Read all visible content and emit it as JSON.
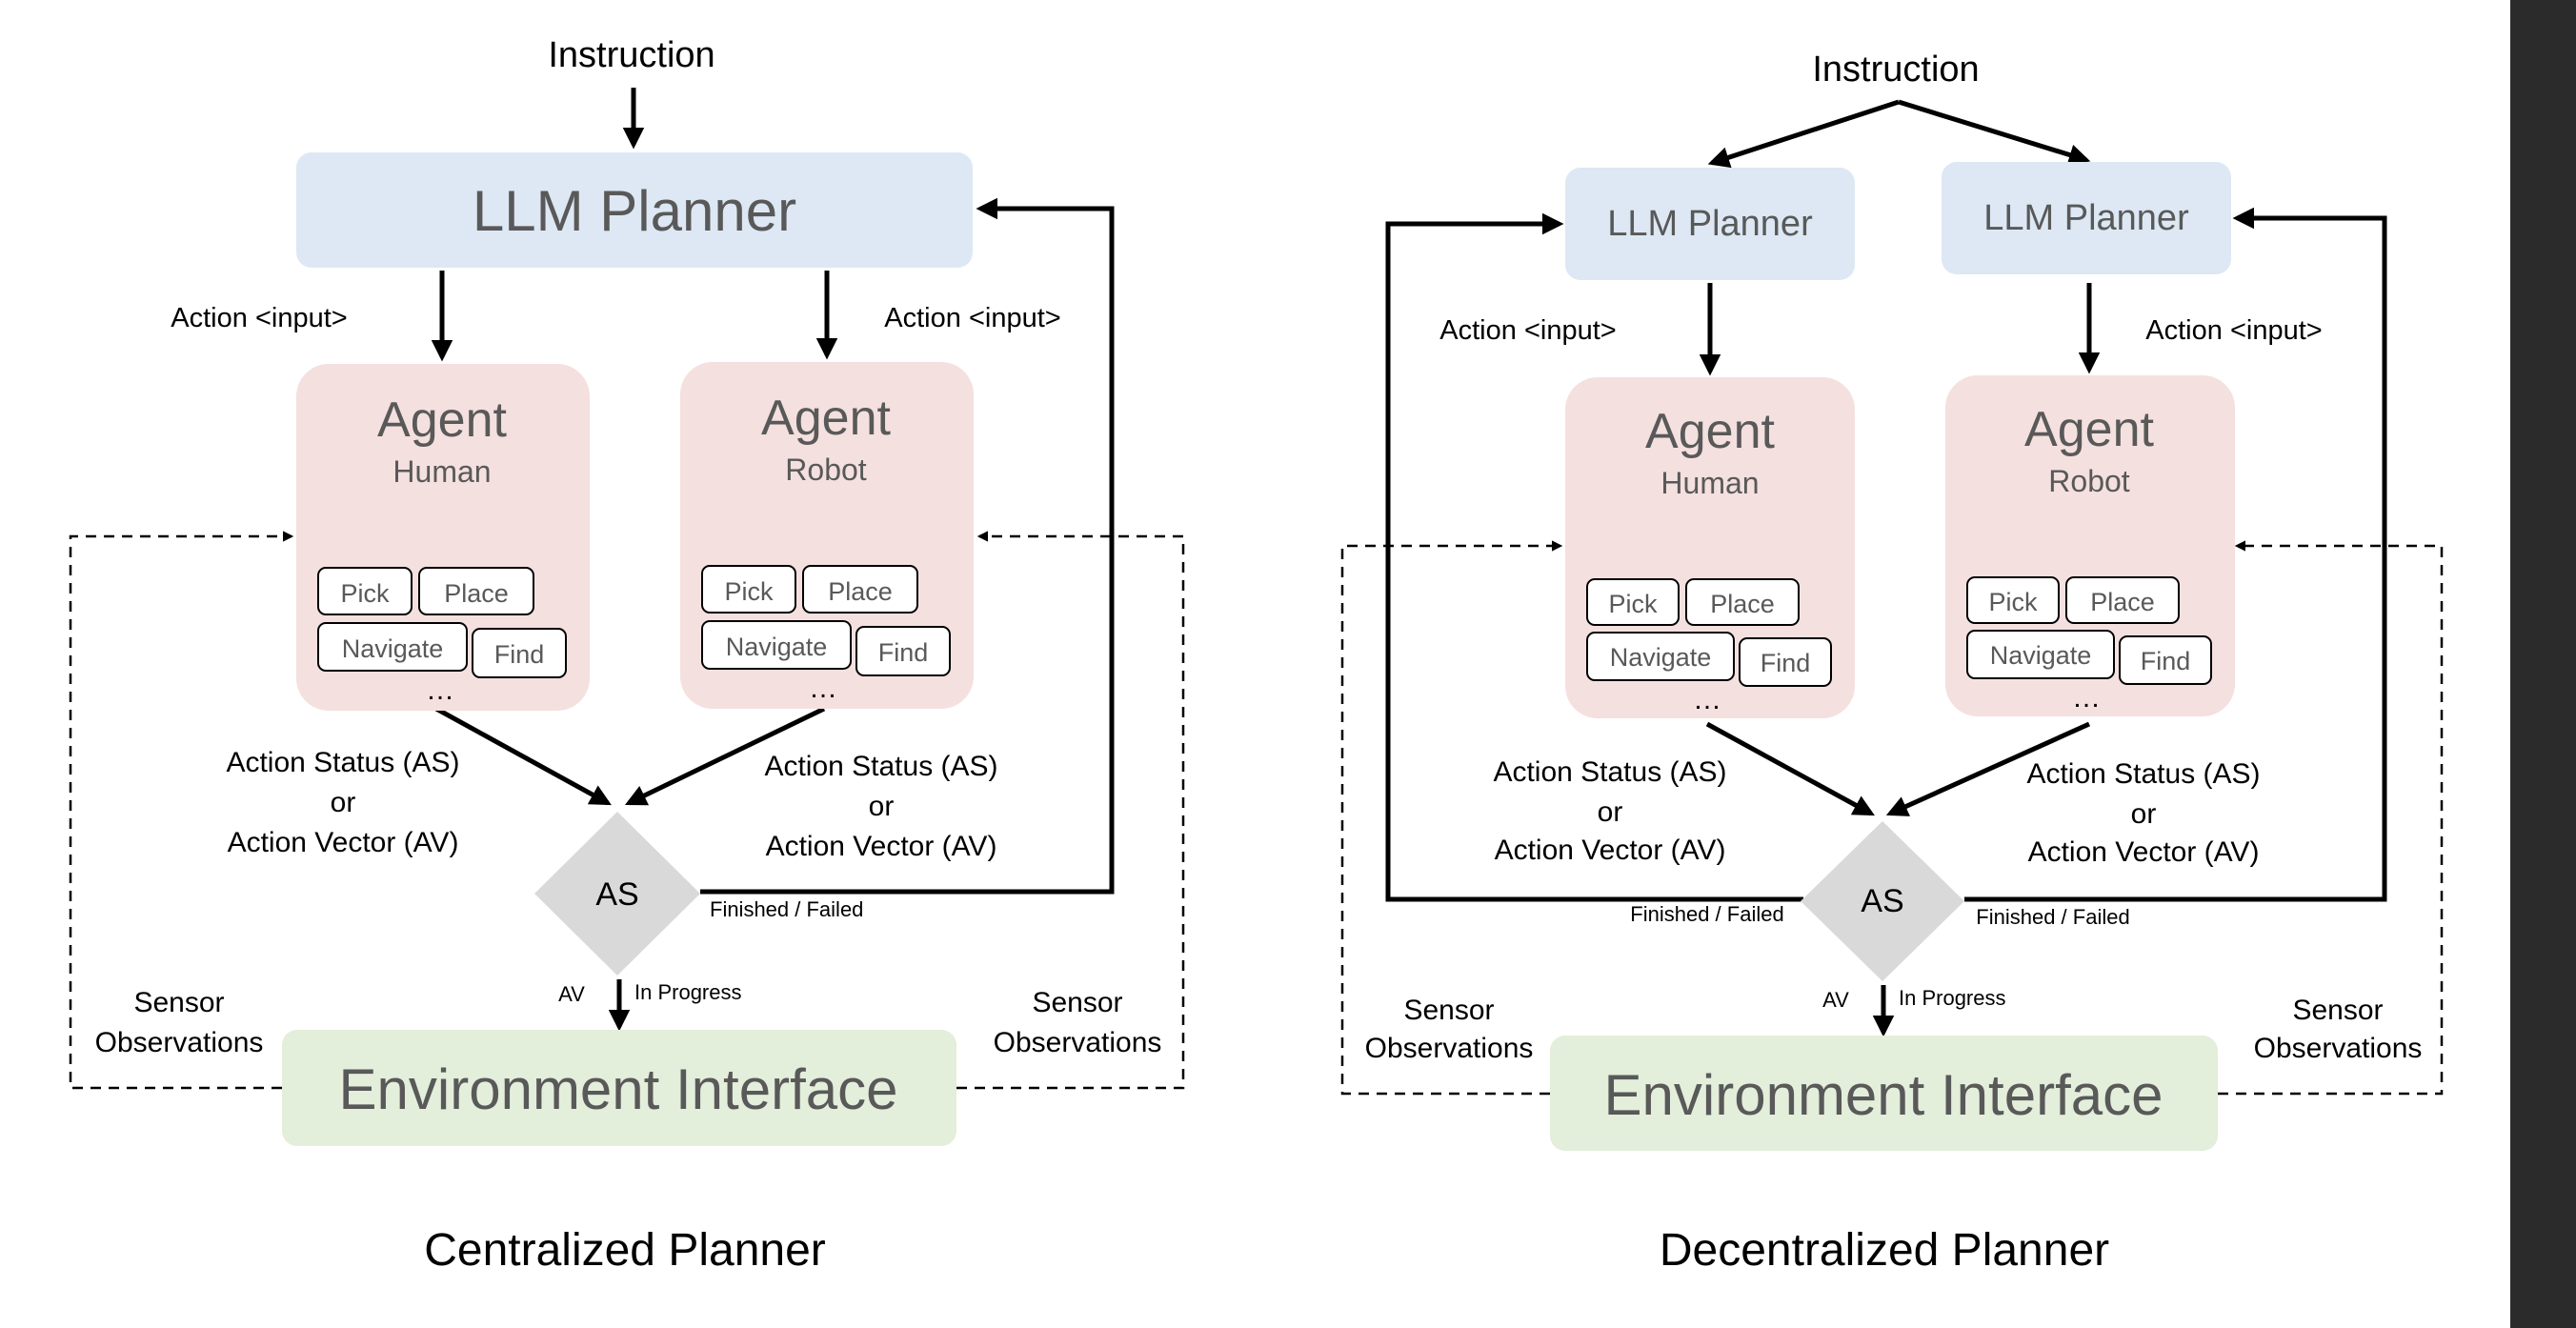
{
  "colors": {
    "planner": "#dde8f4",
    "agent": "#f4e0df",
    "environment": "#e3eedb",
    "decision": "#d9d9d9",
    "box_text": "#595959",
    "line": "#000000"
  },
  "centralized": {
    "instruction": "Instruction",
    "planner": "LLM Planner",
    "action_input_left": "Action <input>",
    "action_input_right": "Action <input>",
    "agent_human": {
      "title": "Agent",
      "subtitle": "Human",
      "skills": [
        "Pick",
        "Place",
        "Navigate",
        "Find"
      ],
      "more": "…"
    },
    "agent_robot": {
      "title": "Agent",
      "subtitle": "Robot",
      "skills": [
        "Pick",
        "Place",
        "Navigate",
        "Find"
      ],
      "more": "…"
    },
    "status_left": [
      "Action Status (AS)",
      "or",
      "Action Vector (AV)"
    ],
    "status_right": [
      "Action Status (AS)",
      "or",
      "Action Vector (AV)"
    ],
    "decision": "AS",
    "finished": "Finished / Failed",
    "av": "AV",
    "in_progress": "In Progress",
    "sensor_left": [
      "Sensor",
      "Observations"
    ],
    "sensor_right": [
      "Sensor",
      "Observations"
    ],
    "environment": "Environment Interface",
    "caption": "Centralized Planner"
  },
  "decentralized": {
    "instruction": "Instruction",
    "planner_left": "LLM Planner",
    "planner_right": "LLM Planner",
    "action_input_left": "Action <input>",
    "action_input_right": "Action <input>",
    "agent_human": {
      "title": "Agent",
      "subtitle": "Human",
      "skills": [
        "Pick",
        "Place",
        "Navigate",
        "Find"
      ],
      "more": "…"
    },
    "agent_robot": {
      "title": "Agent",
      "subtitle": "Robot",
      "skills": [
        "Pick",
        "Place",
        "Navigate",
        "Find"
      ],
      "more": "…"
    },
    "status_left": [
      "Action Status (AS)",
      "or",
      "Action Vector (AV)"
    ],
    "status_right": [
      "Action Status (AS)",
      "or",
      "Action Vector (AV)"
    ],
    "decision": "AS",
    "finished_left": "Finished / Failed",
    "finished_right": "Finished / Failed",
    "av": "AV",
    "in_progress": "In Progress",
    "sensor_left": [
      "Sensor",
      "Observations"
    ],
    "sensor_right": [
      "Sensor",
      "Observations"
    ],
    "environment": "Environment Interface",
    "caption": "Decentralized Planner"
  }
}
